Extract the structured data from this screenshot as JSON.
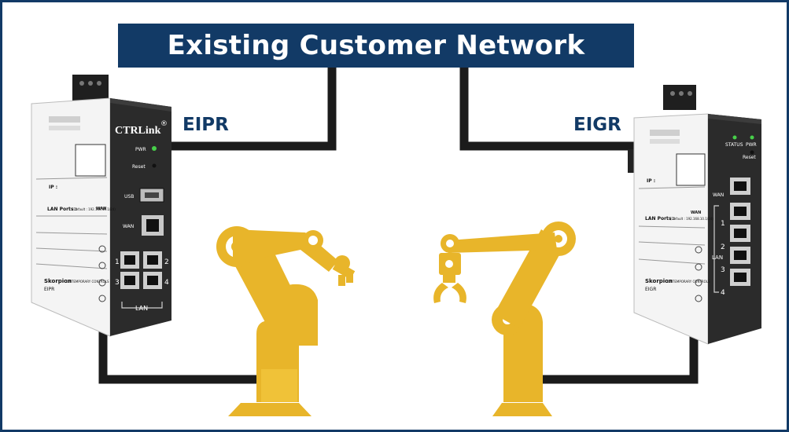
{
  "diagram": {
    "title": "Existing Customer Network",
    "devices": {
      "left": {
        "name": "EIPR",
        "brand": "CTRLink",
        "reg": "®",
        "led_pwr": "PWR",
        "reset": "Reset",
        "usb": "USB",
        "wan": "WAN",
        "wan_tag": "WAN",
        "ip_label": "IP :",
        "lan_ports_label": "LAN Ports :",
        "lan_ports_default": "(Default : 192.168.10.1/24)",
        "port_numbers": [
          "1",
          "2",
          "3",
          "4"
        ],
        "lan": "LAN",
        "model_line1": "Skorpion",
        "model_line2": "EIPR",
        "maker": "CONTEMPORARY CONTROLS"
      },
      "right": {
        "name": "EIGR",
        "led_status": "STATUS",
        "led_pwr": "PWR",
        "reset": "Reset",
        "wan": "WAN",
        "wan_tag": "WAN",
        "ip_label": "IP :",
        "lan_ports_label": "LAN Ports :",
        "lan_ports_default": "(Default : 192.168.10.1/24)",
        "port_numbers": [
          "1",
          "2",
          "3",
          "4"
        ],
        "lan": "LAN",
        "model_line1": "Skorpion",
        "model_line2": "EIGR",
        "maker": "CONTEMPORARY CONTROLS"
      }
    },
    "colors": {
      "frame": "#123a66",
      "banner": "#123a66",
      "cable": "#1b1b1b",
      "robot": "#e8b52a",
      "robot_dark": "#b98a14",
      "device_dark": "#2b2b2b"
    }
  }
}
